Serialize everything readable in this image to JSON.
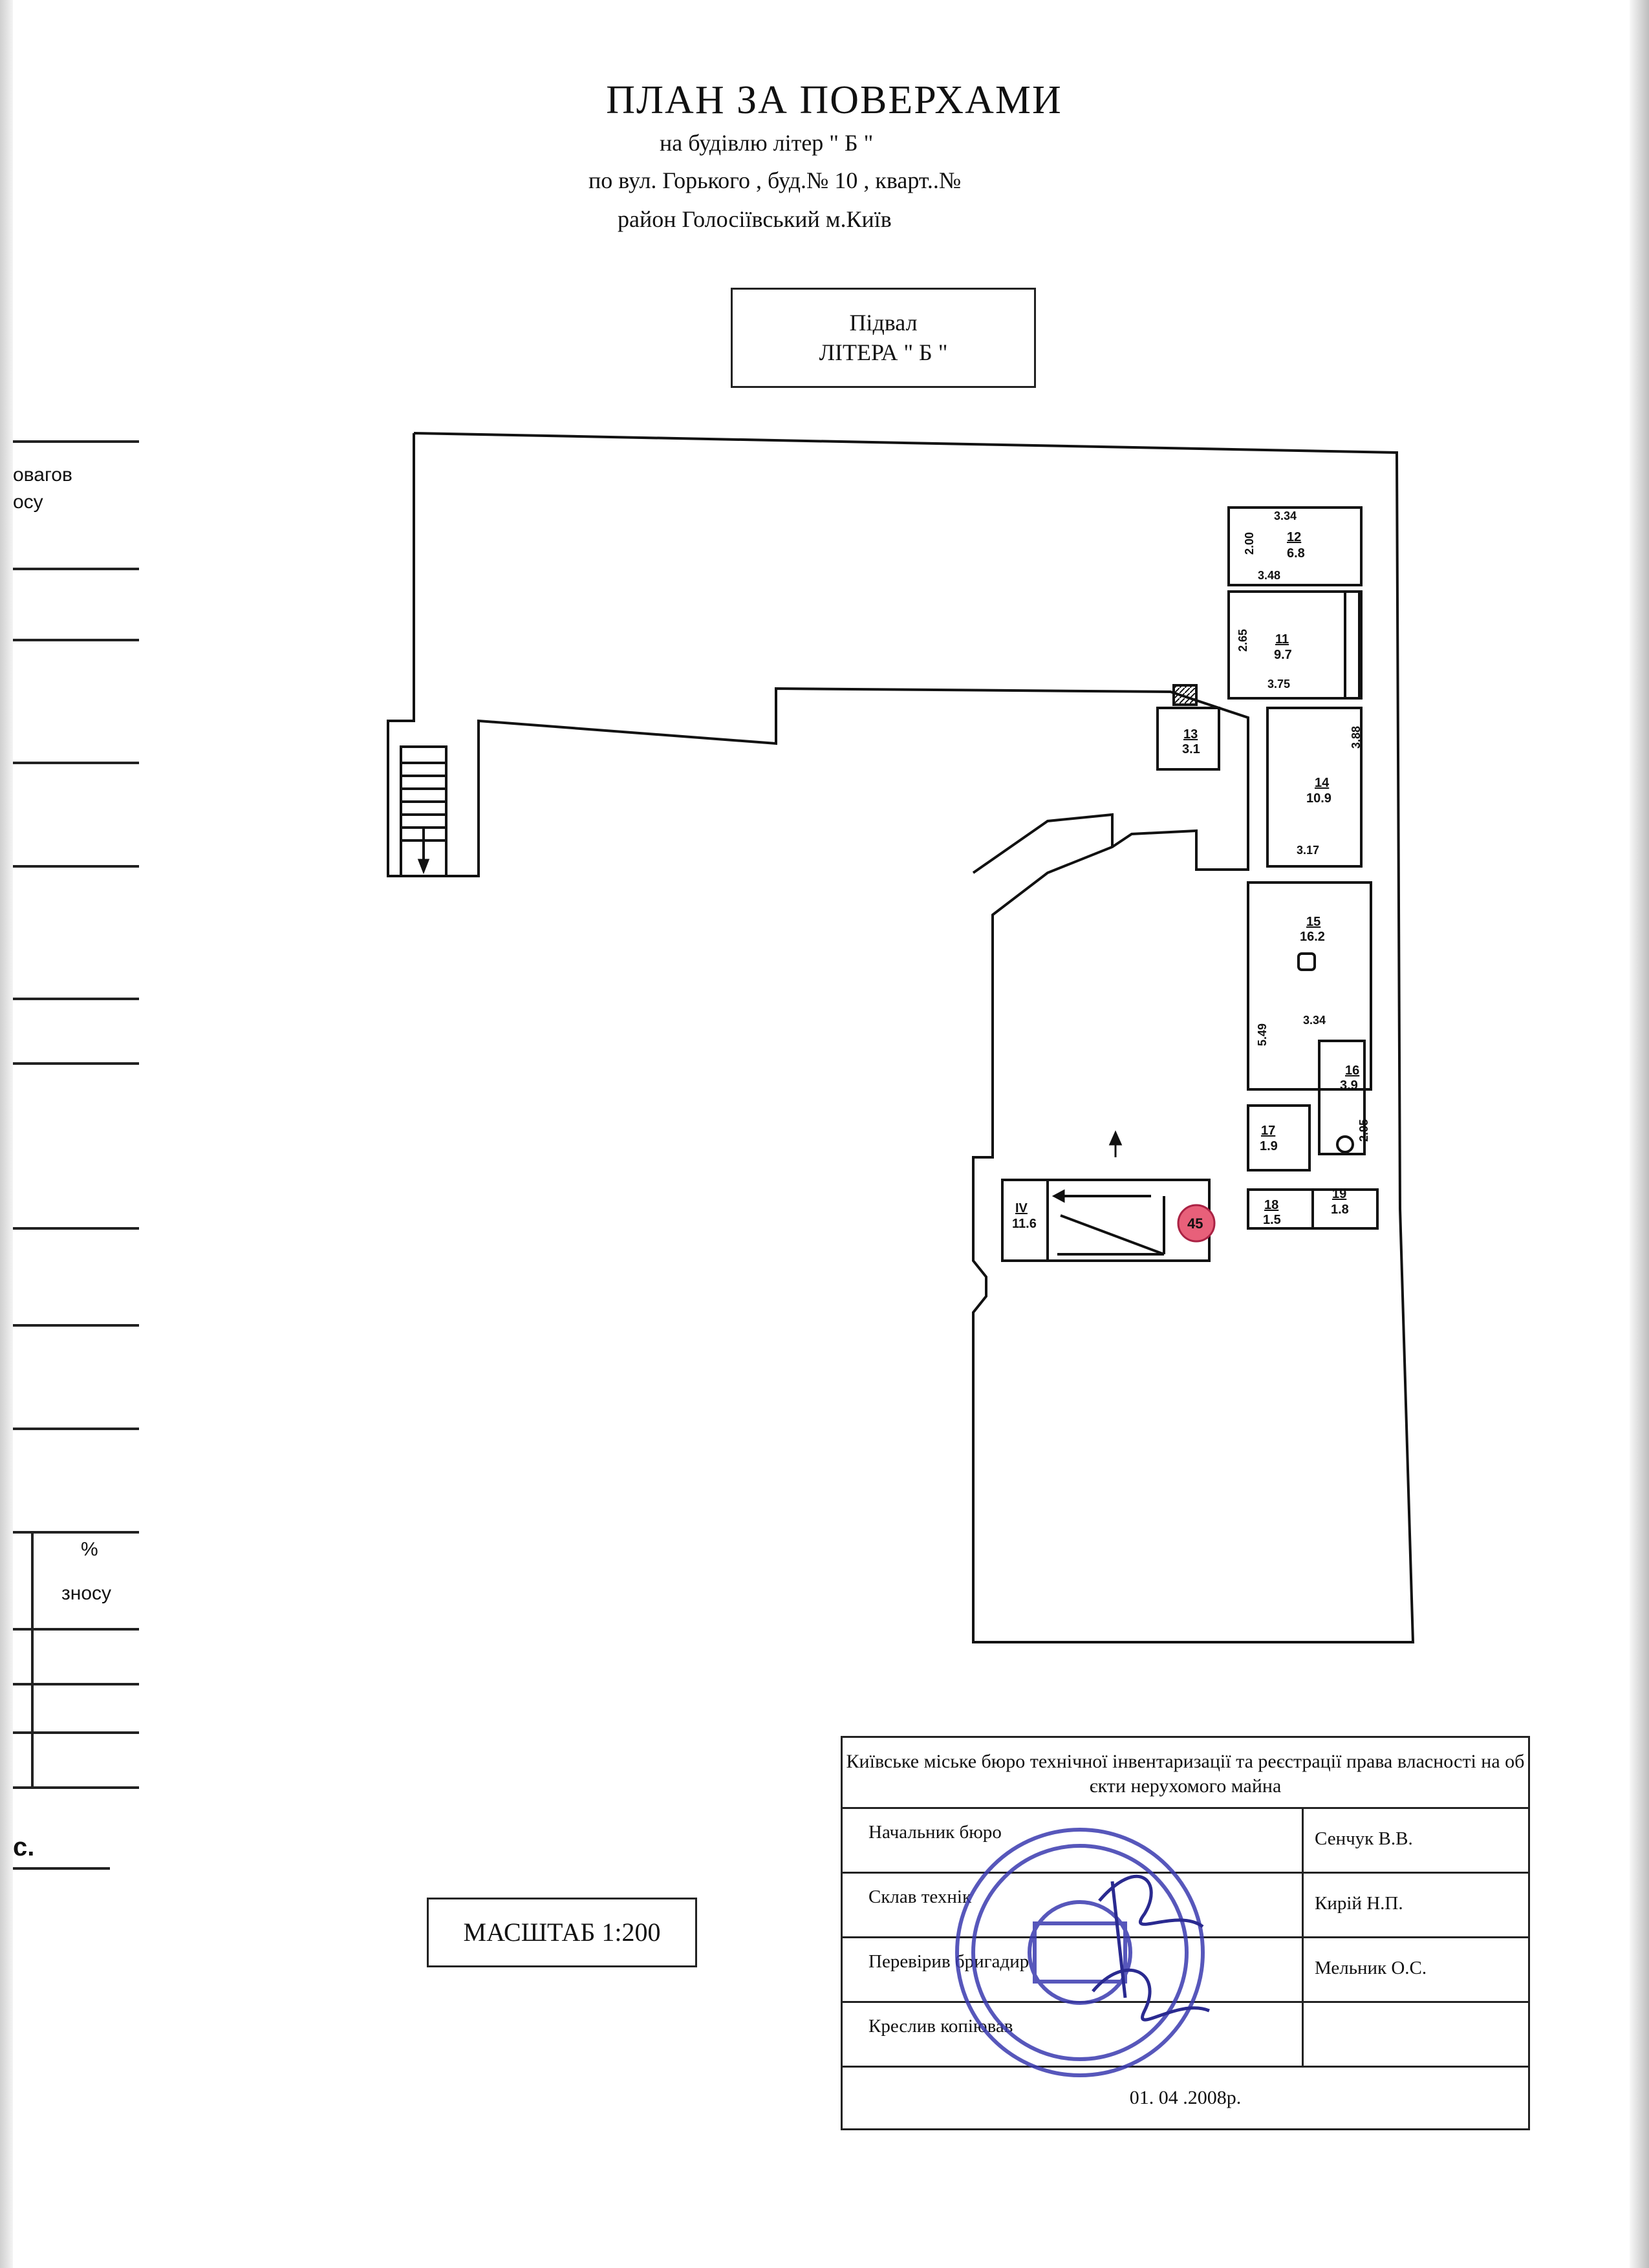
{
  "header": {
    "title": "ПЛАН  ЗА  ПОВЕРХАМИ",
    "line1": "на будівлю літер \" Б \"",
    "line2": "по вул. Горького , буд.№  10  , кварт..№",
    "line3": "район  Голосіївський  м.Київ"
  },
  "floor_label": {
    "line1": "Підвал",
    "line2": "ЛІТЕРА \" Б \""
  },
  "plan": {
    "rooms": [
      {
        "id": "12",
        "area": "6.8",
        "dims": [
          "3.34",
          "2.00",
          "3.48"
        ]
      },
      {
        "id": "11",
        "area": "9.7",
        "dims": [
          "2.65",
          "3.75"
        ]
      },
      {
        "id": "13",
        "area": "3.1"
      },
      {
        "id": "14",
        "area": "10.9",
        "dims": [
          "3.88",
          "3.17"
        ]
      },
      {
        "id": "15",
        "area": "16.2",
        "dims": [
          "5.49",
          "3.34"
        ]
      },
      {
        "id": "16",
        "area": "3.9",
        "dims": [
          "2.95"
        ]
      },
      {
        "id": "17",
        "area": "1.9"
      },
      {
        "id": "18",
        "area": "1.5"
      },
      {
        "id": "19",
        "area": "1.8"
      },
      {
        "id": "IV",
        "area": "11.6"
      }
    ],
    "marker": "45",
    "marker_color": "#e8607a"
  },
  "scale": "МАСШТАБ 1:200",
  "stamp": {
    "header": "Київське  міське  бюро  технічної  інвентаризації  та  реєстрації права  власності  на  об єкти  нерухомого  майна",
    "rows": [
      {
        "role": "Начальник бюро",
        "name": "Сенчук  В.В."
      },
      {
        "role": "Склав технік",
        "name": "Кирій Н.П."
      },
      {
        "role": "Перевірив бригадир",
        "name": "Мельник О.С."
      },
      {
        "role": "Креслив копіював",
        "name": ""
      }
    ],
    "date": "01. 04 .2008р.",
    "seal_color": "#3a3ab0"
  },
  "side_fragments": {
    "a": "овагов",
    "b": "осу",
    "c": "%",
    "d": "зносу",
    "e": "с."
  }
}
